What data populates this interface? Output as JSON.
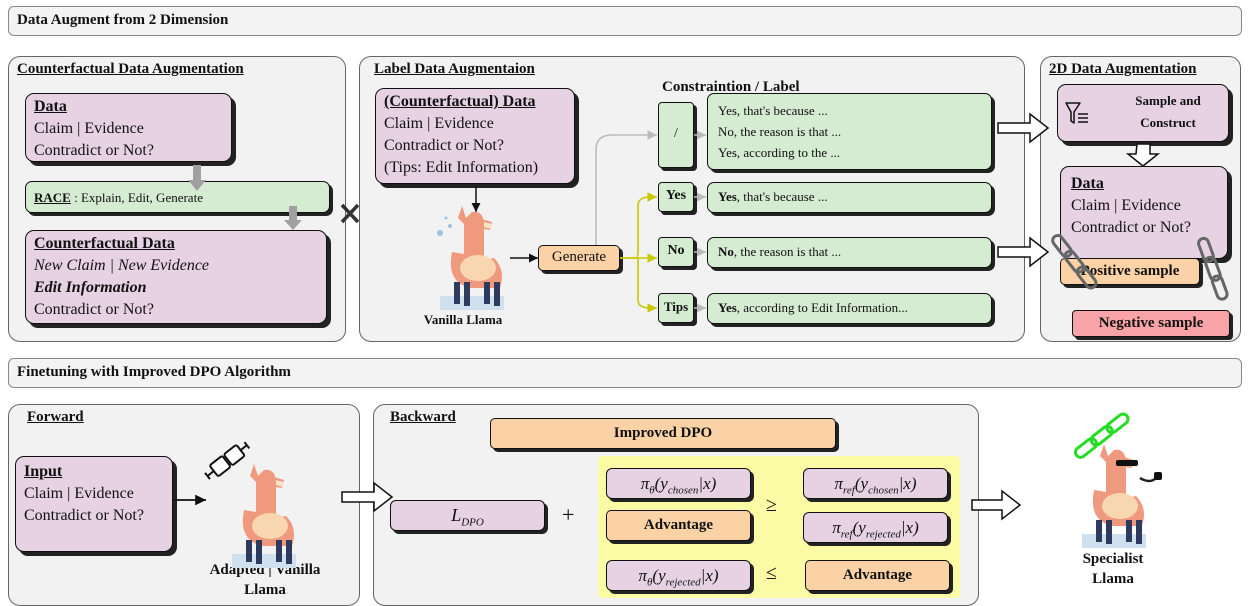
{
  "section1_title": "Data Augment from 2 Dimension",
  "section2_title": "Finetuning with Improved DPO Algorithm",
  "counterfactual": {
    "title": "Counterfactual Data Augmentation",
    "data_box": {
      "heading": "Data",
      "line1": "Claim | Evidence",
      "line2": "Contradict or Not?"
    },
    "race": {
      "name": "RACE",
      "text": " : Explain, Edit, Generate"
    },
    "cf_box": {
      "heading": "Counterfactual Data",
      "line1": "New Claim | New Evidence",
      "line2": "Edit Information",
      "line3": "Contradict or Not?"
    }
  },
  "label_aug": {
    "title": "Label Data Augmentaion",
    "data_box": {
      "heading": "(Counterfactual) Data",
      "line1": "Claim | Evidence",
      "line2": "Contradict or Not?",
      "line3": "(Tips: Edit Information)"
    },
    "llama_label": "Vanilla Llama",
    "generate": "Generate",
    "constraint_title": "Constraintion / Label",
    "tags": [
      "/",
      "Yes",
      "No",
      "Tips"
    ],
    "multi_outputs": [
      "Yes, that's because ...",
      "No, the reason is that ...",
      "Yes, according to the ..."
    ],
    "outputs": [
      {
        "bold": "Yes",
        "rest": ", that's because ..."
      },
      {
        "bold": "No",
        "rest": ", the reason is that ..."
      },
      {
        "bold": "Yes",
        "rest": ", according to Edit Information..."
      }
    ]
  },
  "aug2d": {
    "title": "2D Data Augmentation",
    "sample": {
      "line1": "Sample and",
      "line2": "Construct"
    },
    "data_box": {
      "heading": "Data",
      "line1": "Claim | Evidence",
      "line2": "Contradict or Not?"
    },
    "positive": "Positive sample",
    "negative": "Negative sample"
  },
  "forward": {
    "title": "Forward",
    "input_box": {
      "heading": "Input",
      "line1": "Claim | Evidence",
      "line2": "Contradict or Not?"
    },
    "llama_line1": "Adapted | Vanilla",
    "llama_line2": "Llama"
  },
  "backward": {
    "title": "Backward",
    "improved": "Improved DPO",
    "plus": "+",
    "geq": "≥",
    "leq": "≤",
    "advantage": "Advantage"
  },
  "specialist": {
    "line1": "Specialist",
    "line2": "Llama"
  },
  "colors": {
    "purple": "#e6d2e3",
    "green": "#d6ecd2",
    "orange": "#fbd2a6",
    "red": "#f7a3a8",
    "yellow": "#fbfba6",
    "llama": "#ef9a7e",
    "chain_green": "#22dd22"
  }
}
